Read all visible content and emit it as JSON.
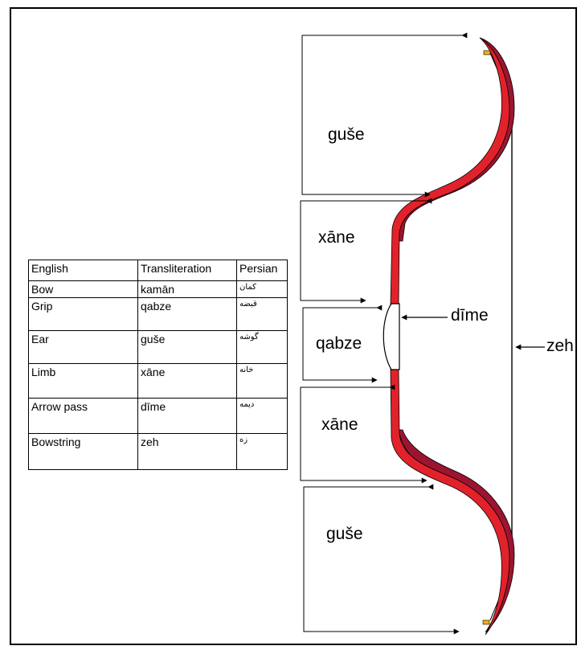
{
  "labels": {
    "guse_top": "guše",
    "xane_top": "xāne",
    "qabze": "qabze",
    "xane_bottom": "xāne",
    "guse_bottom": "guše",
    "dime": "dīme",
    "zeh": "zeh"
  },
  "table": {
    "headers": [
      "English",
      "Transliteration",
      "Persian"
    ],
    "rows": [
      {
        "english": "Bow",
        "translit": "kamān",
        "persian": "کمان"
      },
      {
        "english": "Grip",
        "translit": "qabze",
        "persian": "قبضه"
      },
      {
        "english": "Ear",
        "translit": "guše",
        "persian": "گوشه"
      },
      {
        "english": "Limb",
        "translit": "xāne",
        "persian": "خانه"
      },
      {
        "english": "Arrow pass",
        "translit": "dīme",
        "persian": "دیمه"
      },
      {
        "english": "Bowstring",
        "translit": "zeh",
        "persian": "زه"
      }
    ]
  },
  "colors": {
    "bow_red": "#e2222a",
    "bow_dark": "#9c1530",
    "nock_yellow": "#f2b200",
    "line": "#000000"
  }
}
